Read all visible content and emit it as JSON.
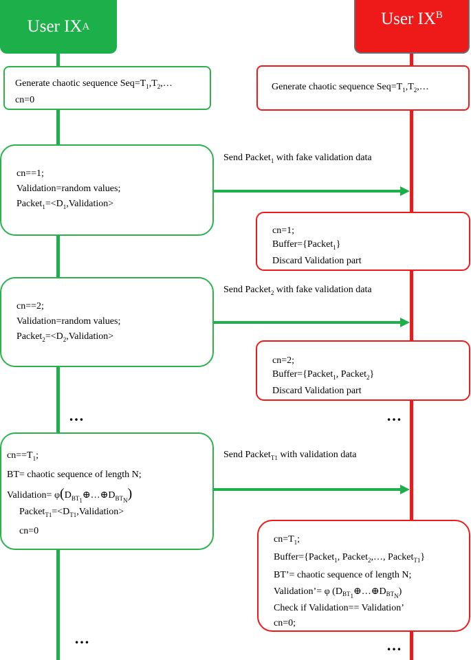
{
  "header_a": {
    "main": "User IX",
    "sub": "A"
  },
  "header_b": {
    "main": "User IX",
    "sub": "B"
  },
  "box_a1": {
    "seq_prefix": "Generate chaotic sequence Seq=T",
    "seq_s1": "1",
    "seq_mid": ",T",
    "seq_s2": "2",
    "seq_end": ",…",
    "cn": "cn=0"
  },
  "box_b1": {
    "seq_prefix": "Generate chaotic sequence Seq=T",
    "seq_s1": "1",
    "seq_mid": ",T",
    "seq_s2": "2",
    "seq_end": ",…"
  },
  "msg1": {
    "pre": "Send Packet",
    "sub": "1",
    "post": " with fake validation data"
  },
  "box_a2": {
    "l1": "cn==1;",
    "l2": "Validation=random values;",
    "l3_pre": "Packet",
    "l3_sub": "1",
    "l3_mid": "=<D",
    "l3_sub2": "1",
    "l3_post": ",Validation>"
  },
  "box_b2": {
    "l1": "cn=1;",
    "l2_pre": "Buffer={Packet",
    "l2_sub": "1",
    "l2_post": "}",
    "l3": "Discard Validation part"
  },
  "msg2": {
    "pre": "Send Packet",
    "sub": "2",
    "post": " with fake validation data"
  },
  "box_a3": {
    "l1": "cn==2;",
    "l2": "Validation=random values;",
    "l3_pre": "Packet",
    "l3_sub": "2",
    "l3_mid": "=<D",
    "l3_sub2": "2",
    "l3_post": ",Validation>"
  },
  "box_b3": {
    "l1": "cn=2;",
    "l2_pre": "Buffer={Packet",
    "l2_sub": "1",
    "l2_mid": ", Packet",
    "l2_sub2": "2",
    "l2_post": "}",
    "l3": "Discard Validation part"
  },
  "dots": "…",
  "msg3": {
    "pre": "Send Packet",
    "sub": "T1",
    "post": " with validation data"
  },
  "box_a4": {
    "l1_pre": "cn==T",
    "l1_sub": "1",
    "l1_post": ";",
    "l2": "BT= chaotic sequence of length N;",
    "l3_pre": "Validation= φ",
    "l3_open": "(",
    "l3_d1": "D",
    "l3_s1": "BT",
    "l3_op": "⊕…⊕",
    "l3_d2": "D",
    "l3_s2": "BT",
    "l3_close": ")",
    "l3_i1": "1",
    "l3_i2": "N",
    "l4_pre": "Packet",
    "l4_sub": "T1",
    "l4_mid": "=<D",
    "l4_sub2": "T1",
    "l4_post": ",Validation>",
    "l5": "cn=0"
  },
  "box_b4": {
    "l1_pre": "cn=T",
    "l1_sub": "1",
    "l1_post": ";",
    "l2_pre": "Buffer={Packet",
    "l2_s1": "1",
    "l2_m1": ", Packet",
    "l2_s2": "2",
    "l2_m2": ",…, Packet",
    "l2_s3": "T1",
    "l2_post": "}",
    "l3": "BT’= chaotic sequence of length N;",
    "l4_pre": "Validation’= φ (",
    "l4_d1": "D",
    "l4_s1": "BT",
    "l4_i1": "1",
    "l4_op": "⊕…⊕",
    "l4_d2": "D",
    "l4_s2": "BT",
    "l4_i2": "N",
    "l4_close": ")",
    "l5": "Check if Validation== Validation’",
    "l6": "cn=0;"
  },
  "colors": {
    "green": "#1db04a",
    "red": "#ee1a1a"
  }
}
